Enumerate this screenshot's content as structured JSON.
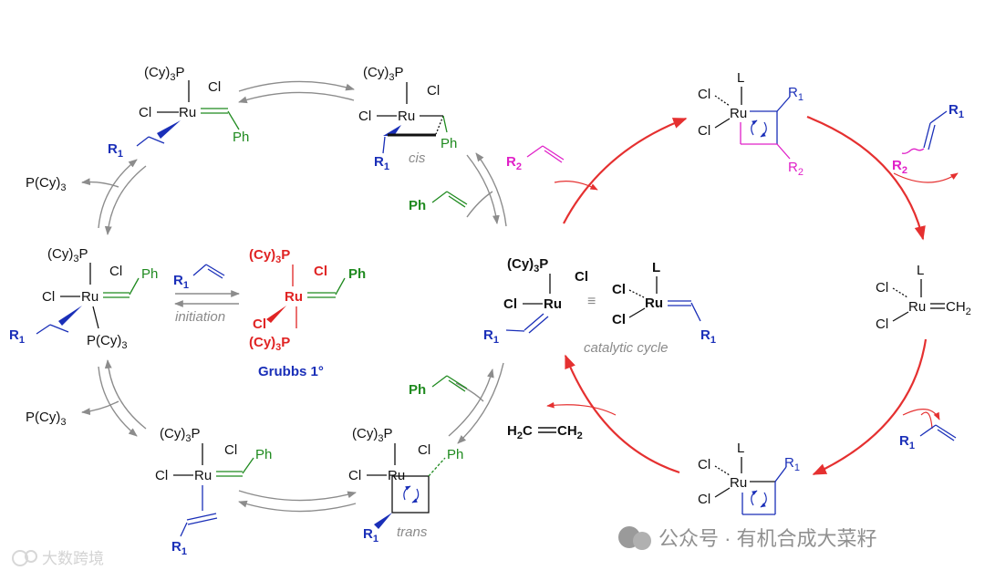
{
  "colors": {
    "black": "#111111",
    "blue": "#1a2fb8",
    "green": "#1f8a1f",
    "red": "#e02424",
    "magenta": "#e020c8",
    "gray": "#8a8a8a",
    "arrow_red": "#e53030",
    "arrow_gray": "#8c8c8c"
  },
  "labels": {
    "pcy3": "(Cy)",
    "sub3": "3",
    "p": "P",
    "pcy3_free": "P(Cy)",
    "cl": "Cl",
    "ru": "Ru",
    "ph": "Ph",
    "l": "L",
    "r": "R",
    "sub1": "1",
    "sub2": "2",
    "ch2": "CH",
    "h": "H",
    "c": "C",
    "cis": "cis",
    "trans": "trans",
    "initiation": "initiation",
    "catalytic_cycle": "catalytic cycle",
    "grubbs": "Grubbs 1°",
    "equiv": "≡"
  },
  "watermark": {
    "left": "大数跨境",
    "right": "公众号 · 有机合成大菜籽"
  }
}
